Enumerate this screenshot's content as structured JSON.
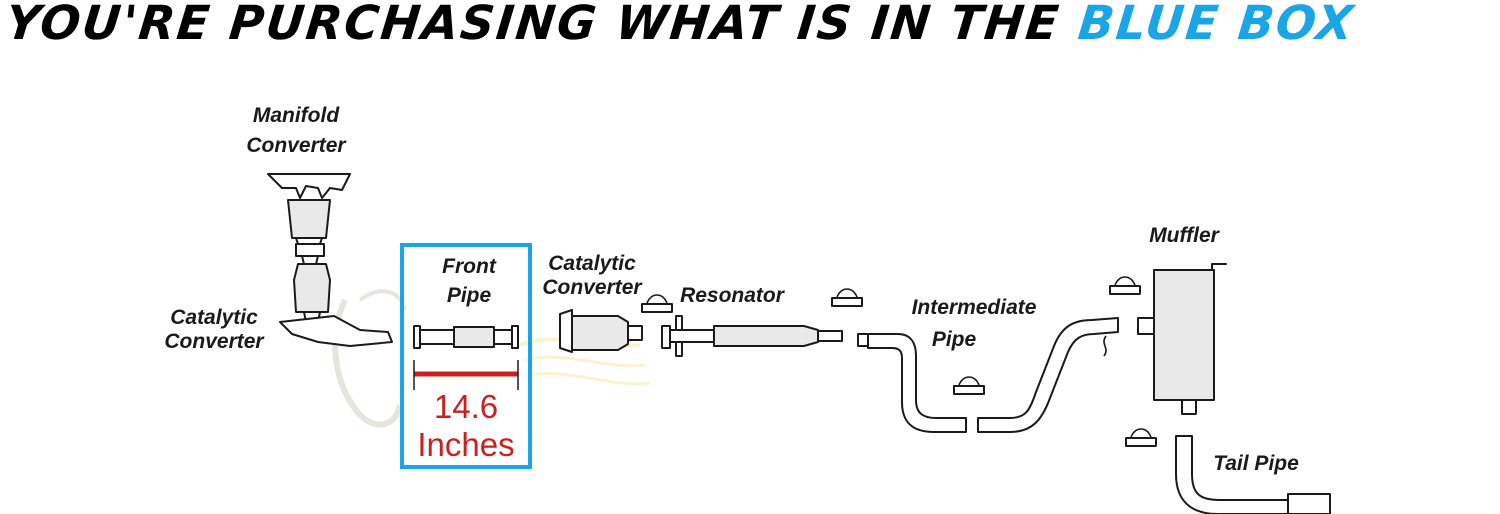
{
  "header": {
    "title_prefix": "YOU'RE PURCHASING WHAT IS IN THE",
    "title_accent": "BLUE BOX"
  },
  "colors": {
    "accent_blue": "#1aa6e6",
    "measure_red": "#cc1f1f"
  },
  "labels": {
    "manifold_converter_line1": "Manifold",
    "manifold_converter_line2": "Converter",
    "catalytic_left_line1": "Catalytic",
    "catalytic_left_line2": "Converter",
    "front_pipe_line1": "Front",
    "front_pipe_line2": "Pipe",
    "catalytic_mid_line1": "Catalytic",
    "catalytic_mid_line2": "Converter",
    "resonator": "Resonator",
    "intermediate_line1": "Intermediate",
    "intermediate_line2": "Pipe",
    "muffler": "Muffler",
    "tail_pipe": "Tail Pipe"
  },
  "measurement": {
    "value": "14.6",
    "unit": "Inches"
  }
}
